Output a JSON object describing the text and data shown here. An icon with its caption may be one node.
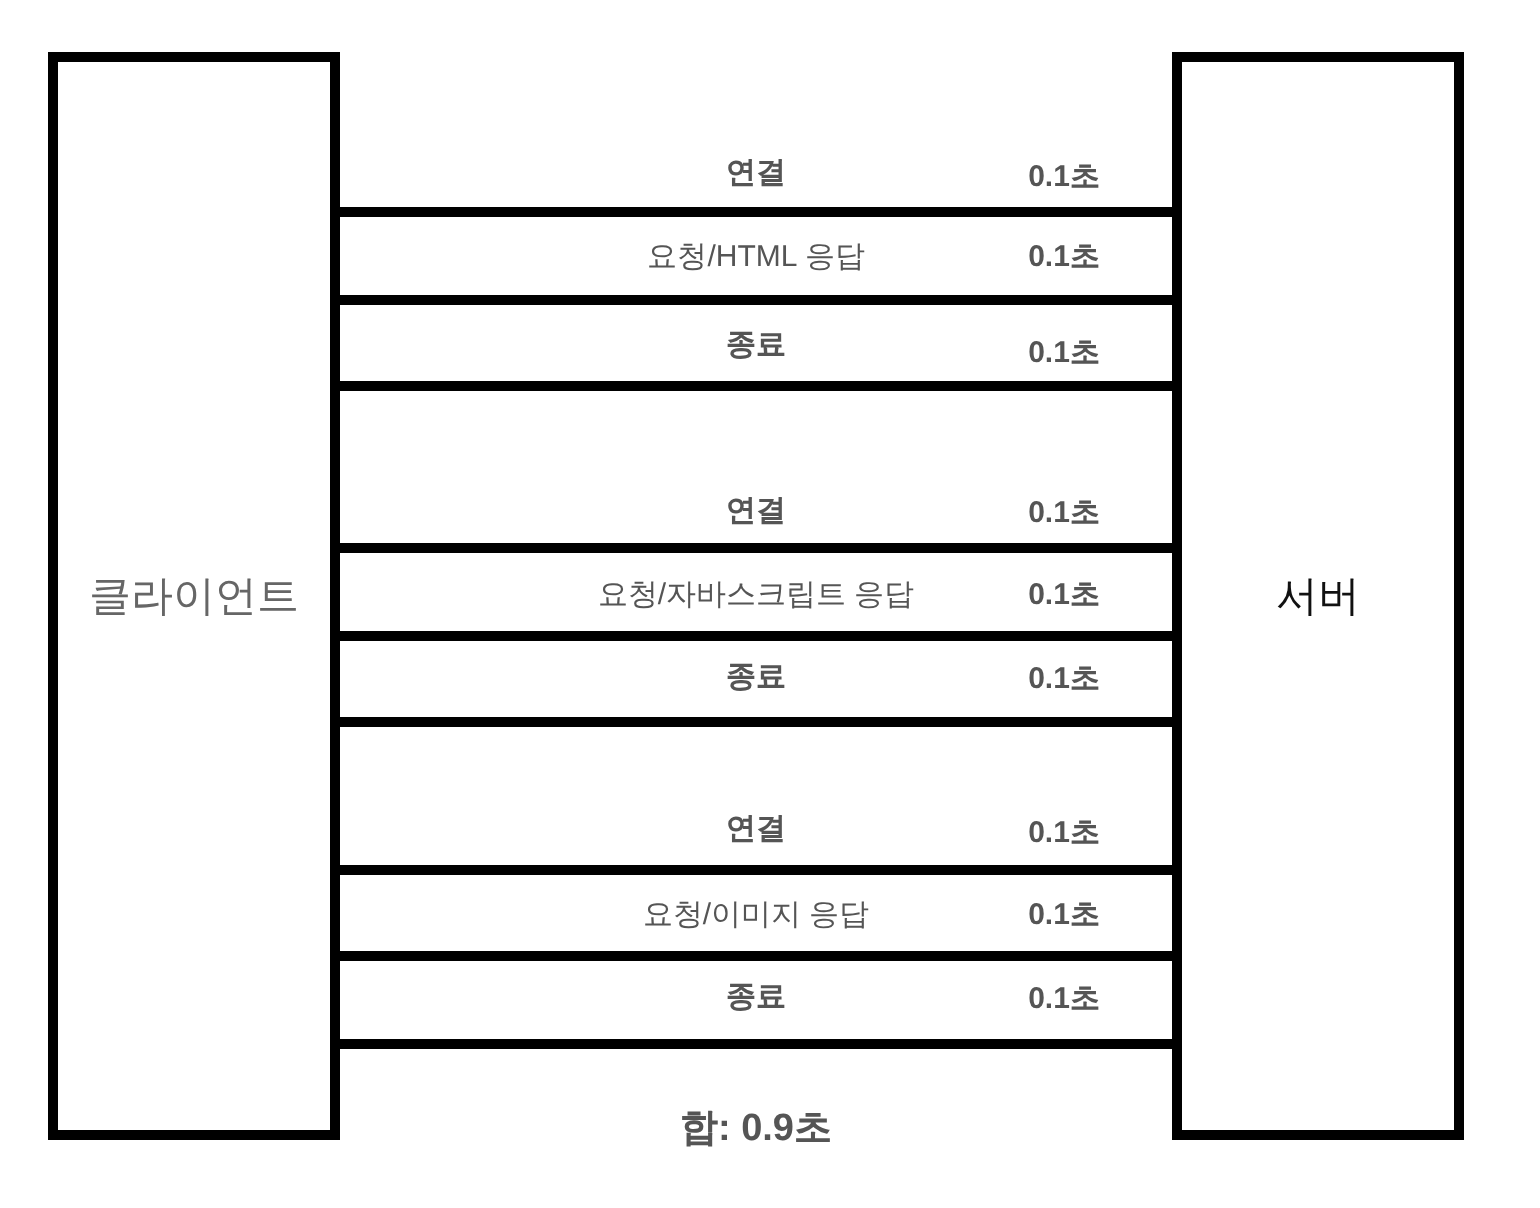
{
  "diagram": {
    "nodes": [
      {
        "text": [
          "클라이언트"
        ]
      },
      {
        "text": [
          "서버"
        ]
      }
    ],
    "edges": [
      {
        "from": 0,
        "to": 1,
        "arrow": "none",
        "label": "연결"
      },
      {
        "from": 0,
        "to": 1,
        "arrow": "none",
        "label": "요청/HTML 응답"
      },
      {
        "from": 0,
        "to": 1,
        "arrow": "none",
        "label": "종료"
      },
      {
        "from": 0,
        "to": 1,
        "arrow": "none",
        "label": "연결"
      },
      {
        "from": 0,
        "to": 1,
        "arrow": "none",
        "label": "요청/자바스크립트 응답"
      },
      {
        "from": 0,
        "to": 1,
        "arrow": "none",
        "label": "종료"
      },
      {
        "from": 0,
        "to": 1,
        "arrow": "none",
        "label": "연결"
      },
      {
        "from": 0,
        "to": 1,
        "arrow": "none",
        "label": "요청/이미지 응답"
      },
      {
        "from": 0,
        "to": 1,
        "arrow": "none",
        "label": "종료"
      }
    ],
    "labels": [
      "0.1초",
      "0.1초",
      "0.1초",
      "0.1초",
      "0.1초",
      "0.1초",
      "0.1초",
      "0.1초",
      "0.1초",
      "합: 0.9초"
    ]
  }
}
